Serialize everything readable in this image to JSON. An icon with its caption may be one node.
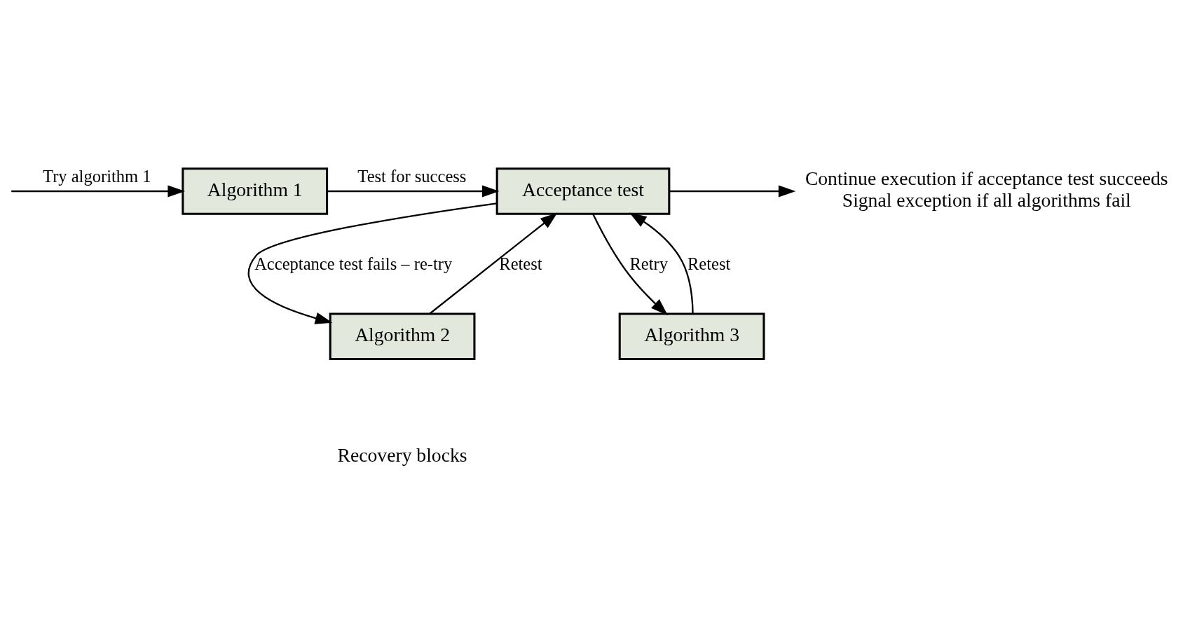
{
  "diagram": {
    "nodes": [
      {
        "text": [
          "Algorithm 1"
        ]
      },
      {
        "text": [
          "Acceptance test"
        ]
      },
      {
        "text": [
          "Algorithm 2"
        ]
      },
      {
        "text": [
          "Algorithm 3"
        ]
      },
      {
        "text": [
          "Continue execution if acceptance test succeeds",
          "Signal exception if all algorithms fail"
        ]
      }
    ],
    "edges": [
      {
        "from": null,
        "to": 0,
        "arrow": "to",
        "label": "Try algorithm 1"
      },
      {
        "from": 0,
        "to": 1,
        "arrow": "to",
        "label": "Test for success"
      },
      {
        "from": 1,
        "to": 4,
        "arrow": "to"
      },
      {
        "from": 1,
        "to": 2,
        "arrow": "to",
        "label": "Acceptance test fails – re-try"
      },
      {
        "from": 2,
        "to": 1,
        "arrow": "to",
        "label": "Retest"
      },
      {
        "from": 1,
        "to": 3,
        "arrow": "to",
        "label": "Retry"
      },
      {
        "from": 3,
        "to": 1,
        "arrow": "to",
        "label": "Retest"
      }
    ],
    "labels": [
      "Recovery blocks"
    ]
  }
}
